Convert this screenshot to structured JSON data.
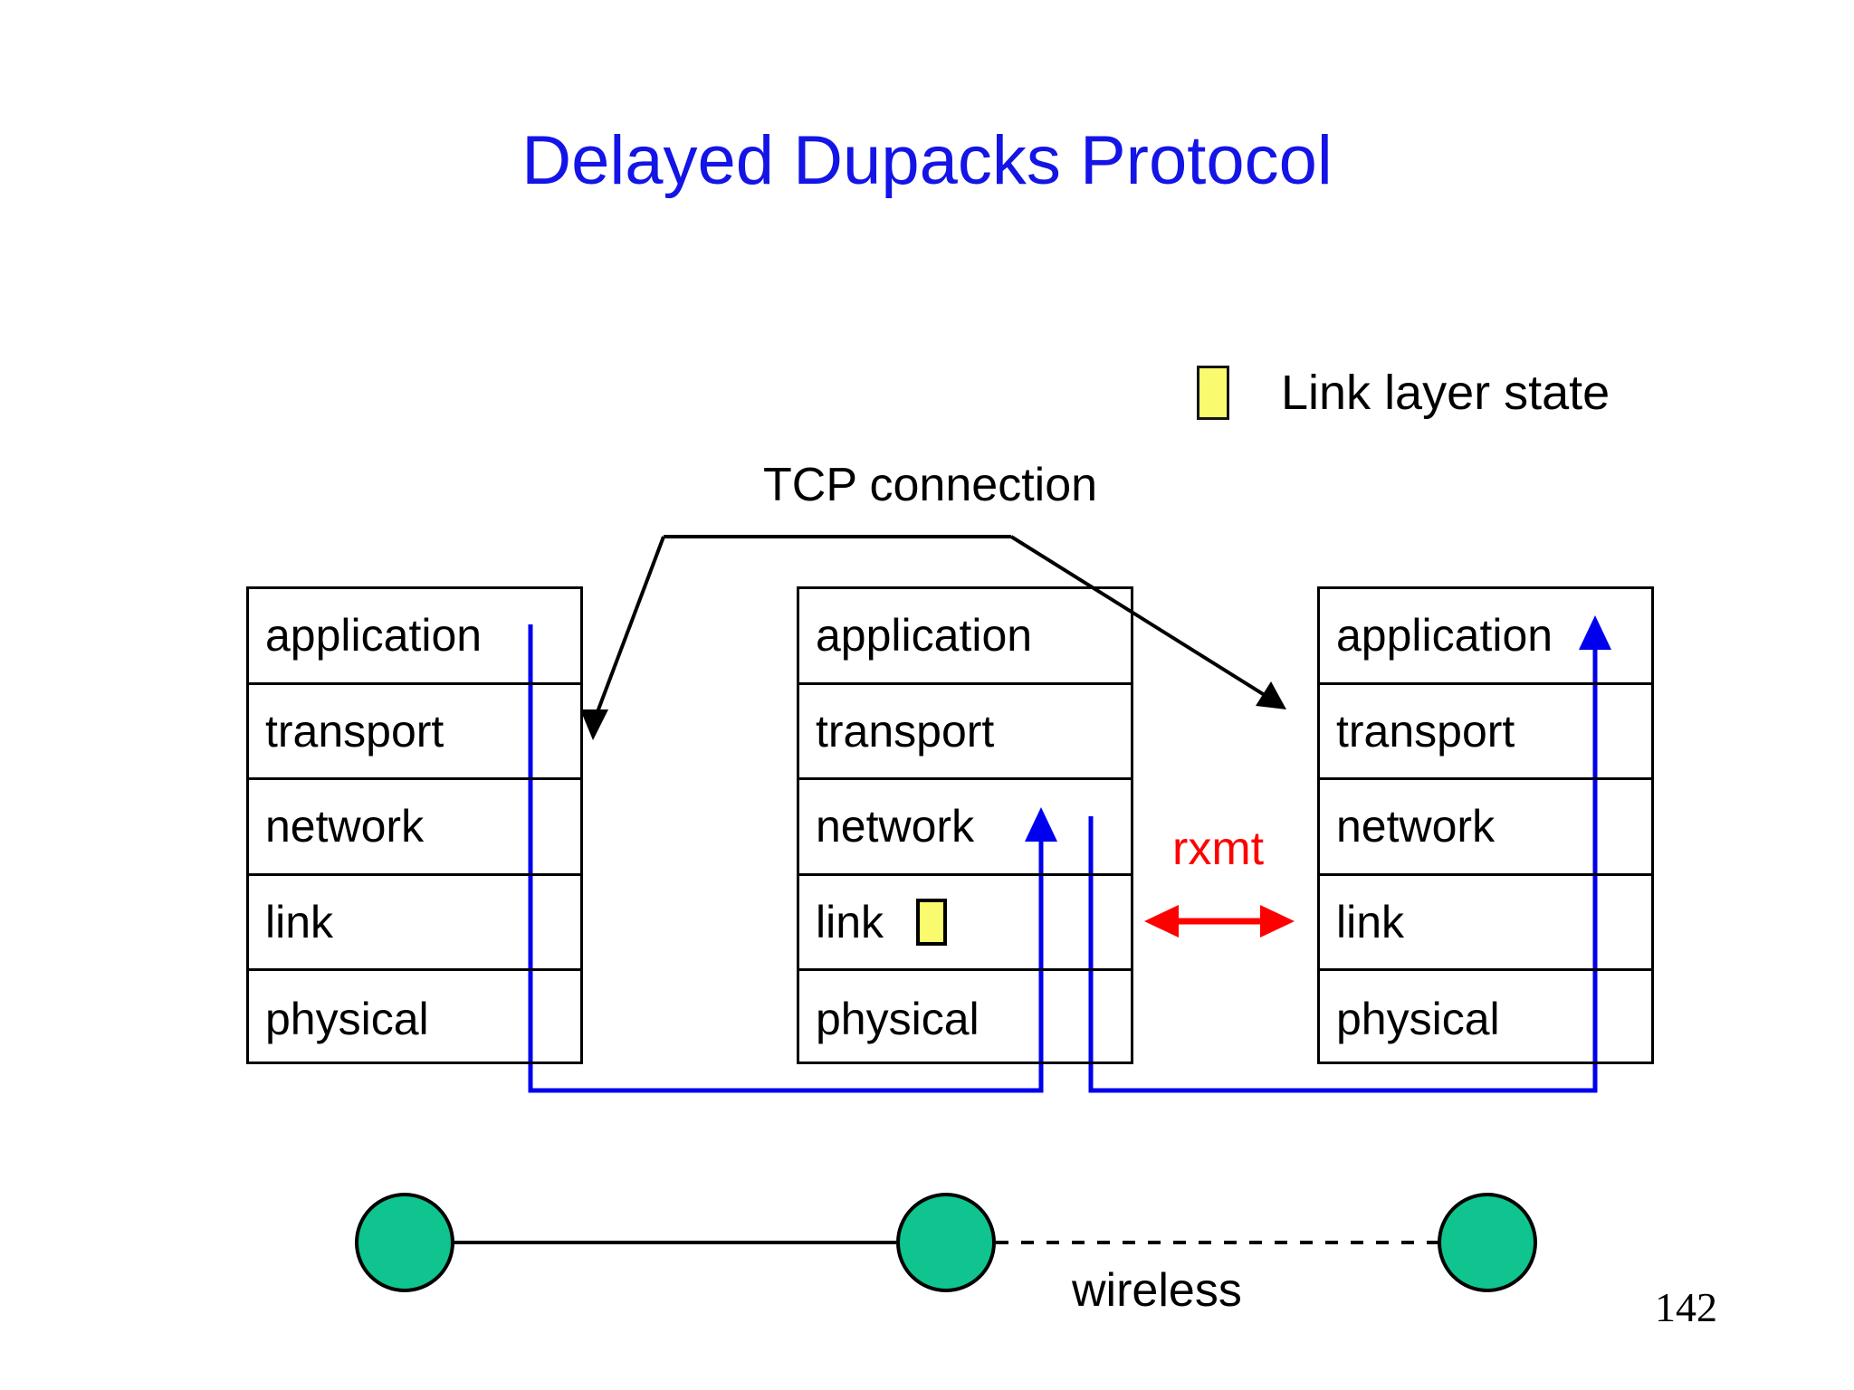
{
  "slide": {
    "title": "Delayed Dupacks Protocol",
    "title_color": "#1414E6",
    "page_number": "142",
    "background": "#ffffff"
  },
  "legend": {
    "swatch_color": "#FAFA6E",
    "label": "Link layer state"
  },
  "annotations": {
    "tcp_connection": "TCP connection",
    "rxmt": "rxmt",
    "rxmt_color": "#FF0000",
    "wireless": "wireless"
  },
  "stacks": [
    {
      "id": "sender",
      "layers": [
        {
          "label": "application",
          "has_state_box": false
        },
        {
          "label": "transport",
          "has_state_box": false
        },
        {
          "label": "network",
          "has_state_box": false
        },
        {
          "label": "link",
          "has_state_box": false
        },
        {
          "label": "physical",
          "has_state_box": false
        }
      ]
    },
    {
      "id": "base-station",
      "layers": [
        {
          "label": "application",
          "has_state_box": false
        },
        {
          "label": "transport",
          "has_state_box": false
        },
        {
          "label": "network",
          "has_state_box": false
        },
        {
          "label": "link",
          "has_state_box": true
        },
        {
          "label": "physical",
          "has_state_box": false
        }
      ]
    },
    {
      "id": "receiver",
      "layers": [
        {
          "label": "application",
          "has_state_box": false
        },
        {
          "label": "transport",
          "has_state_box": false
        },
        {
          "label": "network",
          "has_state_box": false
        },
        {
          "label": "link",
          "has_state_box": false
        },
        {
          "label": "physical",
          "has_state_box": false
        }
      ]
    }
  ],
  "nodes": {
    "fill_color": "#0FC48F",
    "count": 3,
    "links": [
      {
        "from": "left",
        "to": "middle",
        "style": "solid",
        "label": ""
      },
      {
        "from": "middle",
        "to": "right",
        "style": "dashed",
        "label": "wireless"
      }
    ]
  },
  "flows": {
    "data_path_color": "#0000EE",
    "rxmt_arrow_color": "#FF0000",
    "tcp_bracket_color": "#000000"
  }
}
